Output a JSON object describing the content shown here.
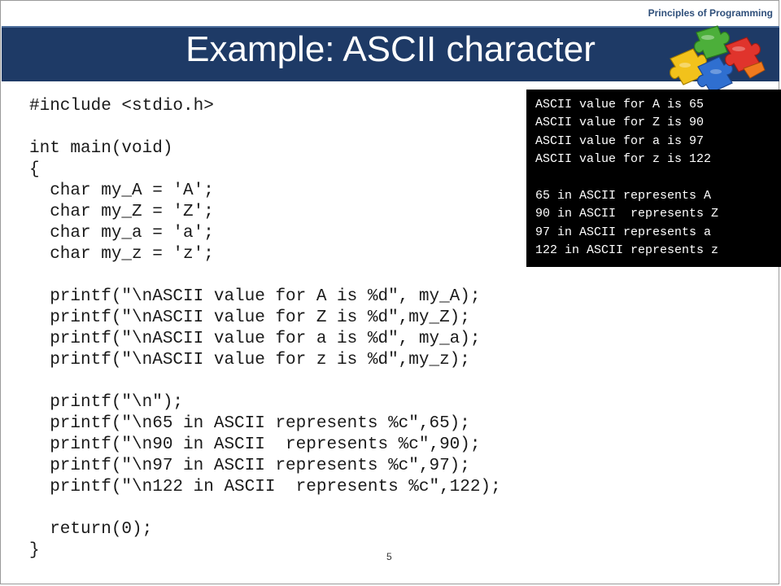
{
  "header": {
    "course": "Principles of Programming",
    "title": "Example: ASCII character"
  },
  "code": [
    "#include <stdio.h>",
    "",
    "int main(void)",
    "{",
    "  char my_A = 'A';",
    "  char my_Z = 'Z';",
    "  char my_a = 'a';",
    "  char my_z = 'z';",
    "",
    "  printf(\"\\nASCII value for A is %d\", my_A);",
    "  printf(\"\\nASCII value for Z is %d\",my_Z);",
    "  printf(\"\\nASCII value for a is %d\", my_a);",
    "  printf(\"\\nASCII value for z is %d\",my_z);",
    "",
    "  printf(\"\\n\");",
    "  printf(\"\\n65 in ASCII represents %c\",65);",
    "  printf(\"\\n90 in ASCII  represents %c\",90);",
    "  printf(\"\\n97 in ASCII represents %c\",97);",
    "  printf(\"\\n122 in ASCII  represents %c\",122);",
    "",
    "  return(0);",
    "}"
  ],
  "output": [
    "ASCII value for A is 65",
    "ASCII value for Z is 90",
    "ASCII value for a is 97",
    "ASCII value for z is 122",
    "",
    "65 in ASCII represents A",
    "90 in ASCII  represents Z",
    "97 in ASCII represents a",
    "122 in ASCII represents z"
  ],
  "footer": {
    "page_number": "5"
  },
  "colors": {
    "title_bar": "#1e3a66",
    "course_label": "#2f4f7a",
    "output_bg": "#000000",
    "output_text": "#ffffff"
  },
  "icons": {
    "logo": "puzzle-pieces-icon"
  }
}
